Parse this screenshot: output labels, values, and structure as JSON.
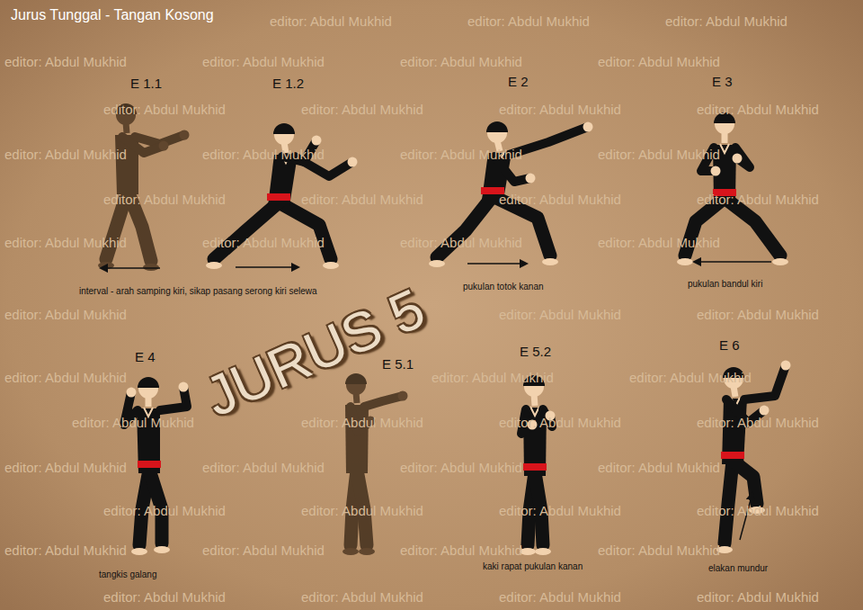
{
  "diagram": {
    "title": "Jurus Tunggal - Tangan Kosong",
    "labels": [
      "E 1.1",
      "E 1.2",
      "E 2",
      "E 3",
      "interval - arah samping kiri, sikap pasang serong kiri selewa",
      "pukulan totok kanan",
      "pukulan bandul kiri",
      "JURUS 5",
      "E 4",
      "E 5.1",
      "E 5.2",
      "E 6",
      "tangkis galang",
      "kaki rapat pukulan kanan",
      "elakan mundur",
      "editor: Abdul Mukhid",
      "editor: Abdul Mukhid",
      "editor: Abdul Mukhid",
      "editor: Abdul Mukhid",
      "editor: Abdul Mukhid",
      "editor: Abdul Mukhid",
      "editor: Abdul Mukhid",
      "editor: Abdul Mukhid",
      "editor: Abdul Mukhid",
      "editor: Abdul Mukhid",
      "editor: Abdul Mukhid",
      "editor: Abdul Mukhid",
      "editor: Abdul Mukhid",
      "editor: Abdul Mukhid",
      "editor: Abdul Mukhid",
      "editor: Abdul Mukhid",
      "editor: Abdul Mukhid",
      "editor: Abdul Mukhid",
      "editor: Abdul Mukhid",
      "editor: Abdul Mukhid",
      "editor: Abdul Mukhid",
      "editor: Abdul Mukhid",
      "editor: Abdul Mukhid",
      "editor: Abdul Mukhid",
      "editor: Abdul Mukhid",
      "editor: Abdul Mukhid",
      "editor: Abdul Mukhid",
      "editor: Abdul Mukhid",
      "editor: Abdul Mukhid",
      "editor: Abdul Mukhid",
      "editor: Abdul Mukhid",
      "editor: Abdul Mukhid",
      "editor: Abdul Mukhid",
      "editor: Abdul Mukhid",
      "editor: Abdul Mukhid",
      "editor: Abdul Mukhid",
      "editor: Abdul Mukhid",
      "editor: Abdul Mukhid",
      "editor: Abdul Mukhid",
      "editor: Abdul Mukhid",
      "editor: Abdul Mukhid",
      "editor: Abdul Mukhid",
      "editor: Abdul Mukhid",
      "editor: Abdul Mukhid",
      "editor: Abdul Mukhid",
      "editor: Abdul Mukhid",
      "editor: Abdul Mukhid",
      "editor: Abdul Mukhid",
      "editor: Abdul Mukhid"
    ]
  }
}
